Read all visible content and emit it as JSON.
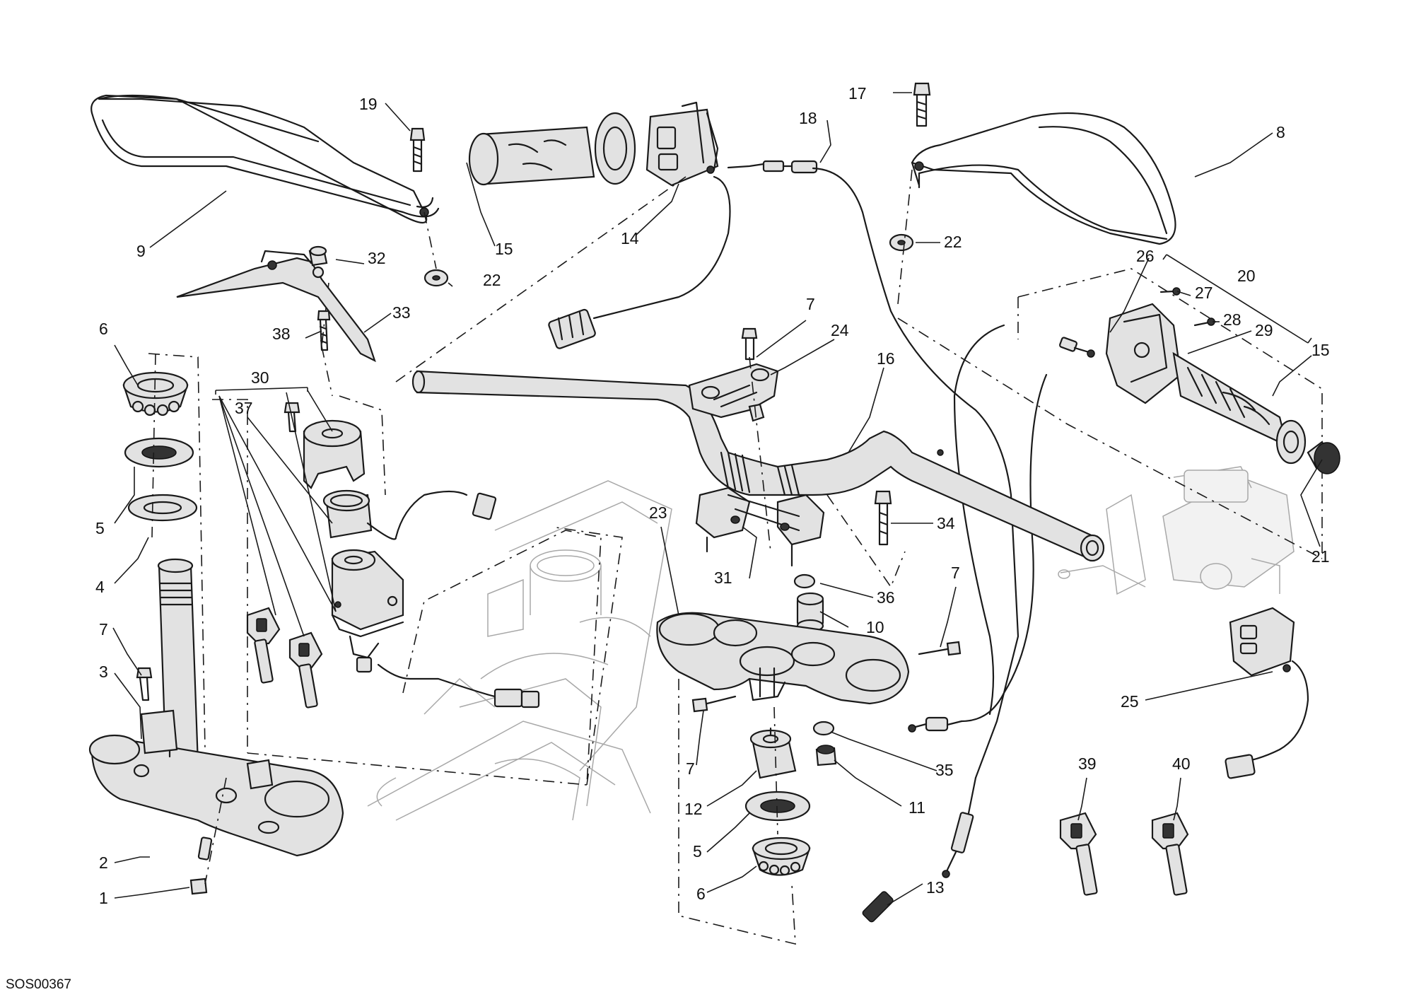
{
  "drawing_code": "SOS00367",
  "callouts": [
    {
      "id": "c1",
      "text": "1"
    },
    {
      "id": "c2",
      "text": "2"
    },
    {
      "id": "c3",
      "text": "3"
    },
    {
      "id": "c4",
      "text": "4"
    },
    {
      "id": "c5a",
      "text": "5"
    },
    {
      "id": "c5b",
      "text": "5"
    },
    {
      "id": "c6a",
      "text": "6"
    },
    {
      "id": "c6b",
      "text": "6"
    },
    {
      "id": "c7a",
      "text": "7"
    },
    {
      "id": "c7b",
      "text": "7"
    },
    {
      "id": "c7c",
      "text": "7"
    },
    {
      "id": "c7d",
      "text": "7"
    },
    {
      "id": "c8",
      "text": "8"
    },
    {
      "id": "c9",
      "text": "9"
    },
    {
      "id": "c10",
      "text": "10"
    },
    {
      "id": "c11",
      "text": "11"
    },
    {
      "id": "c12",
      "text": "12"
    },
    {
      "id": "c13",
      "text": "13"
    },
    {
      "id": "c14",
      "text": "14"
    },
    {
      "id": "c15a",
      "text": "15"
    },
    {
      "id": "c15b",
      "text": "15"
    },
    {
      "id": "c16",
      "text": "16"
    },
    {
      "id": "c17",
      "text": "17"
    },
    {
      "id": "c18",
      "text": "18"
    },
    {
      "id": "c19",
      "text": "19"
    },
    {
      "id": "c20",
      "text": "20"
    },
    {
      "id": "c21",
      "text": "21"
    },
    {
      "id": "c22a",
      "text": "22"
    },
    {
      "id": "c22b",
      "text": "22"
    },
    {
      "id": "c23",
      "text": "23"
    },
    {
      "id": "c24",
      "text": "24"
    },
    {
      "id": "c25",
      "text": "25"
    },
    {
      "id": "c26",
      "text": "26"
    },
    {
      "id": "c27",
      "text": "27"
    },
    {
      "id": "c28",
      "text": "28"
    },
    {
      "id": "c29",
      "text": "29"
    },
    {
      "id": "c30",
      "text": "30"
    },
    {
      "id": "c31",
      "text": "31"
    },
    {
      "id": "c32",
      "text": "32"
    },
    {
      "id": "c33",
      "text": "33"
    },
    {
      "id": "c34",
      "text": "34"
    },
    {
      "id": "c35",
      "text": "35"
    },
    {
      "id": "c36",
      "text": "36"
    },
    {
      "id": "c37",
      "text": "37"
    },
    {
      "id": "c38",
      "text": "38"
    },
    {
      "id": "c39",
      "text": "39"
    },
    {
      "id": "c40",
      "text": "40"
    }
  ]
}
